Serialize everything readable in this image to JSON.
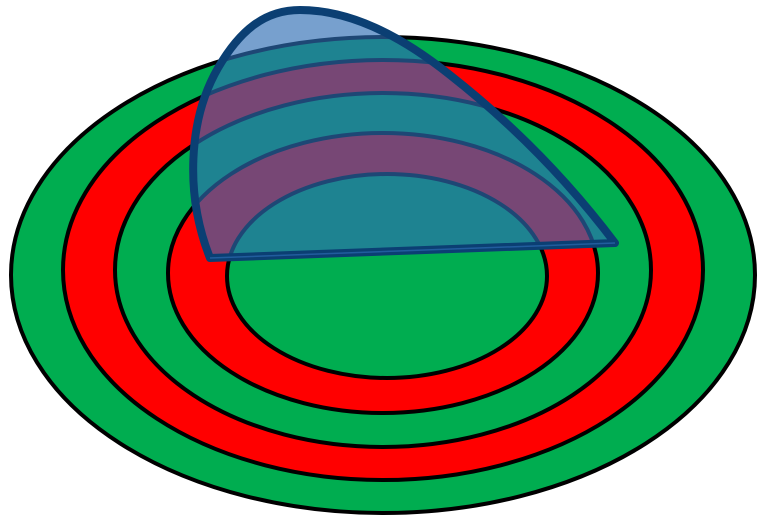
{
  "diagram": {
    "description_visible_text": "",
    "colors": {
      "background": "#ffffff",
      "green": "#00AD50",
      "red": "#FF0000",
      "ring_stroke": "#000000",
      "lens_fill": "#2E6DB4",
      "lens_fill_opacity": 0.65,
      "lens_stroke": "#0B3F73"
    },
    "rings_outer_to_inner": [
      "green",
      "red",
      "green",
      "red",
      "green"
    ],
    "overlay_shape": "translucent blue lens / cap over upper-left of concentric ellipses"
  }
}
